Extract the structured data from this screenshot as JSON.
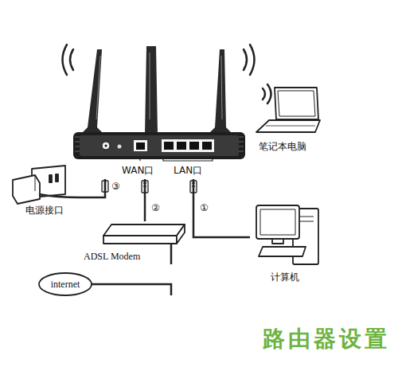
{
  "diagram": {
    "nodes": [
      {
        "text": [
          "笔记本电脑"
        ]
      },
      {
        "text": [
          "WAN口",
          "LAN口"
        ]
      },
      {
        "text": [
          "电源接口"
        ]
      },
      {
        "text": [
          "ADSL Modem"
        ]
      },
      {
        "text": [
          "计算机"
        ]
      },
      {
        "text": [
          "internet"
        ]
      }
    ],
    "edges": [
      {
        "from": 4,
        "to": 1,
        "label": "①",
        "arrow": "none"
      },
      {
        "from": 3,
        "to": 1,
        "label": "②",
        "arrow": "none"
      },
      {
        "from": 2,
        "to": 1,
        "label": "③",
        "arrow": "none"
      },
      {
        "from": 5,
        "to": 3,
        "arrow": "none"
      }
    ],
    "labels": [
      "路由器设置"
    ]
  }
}
